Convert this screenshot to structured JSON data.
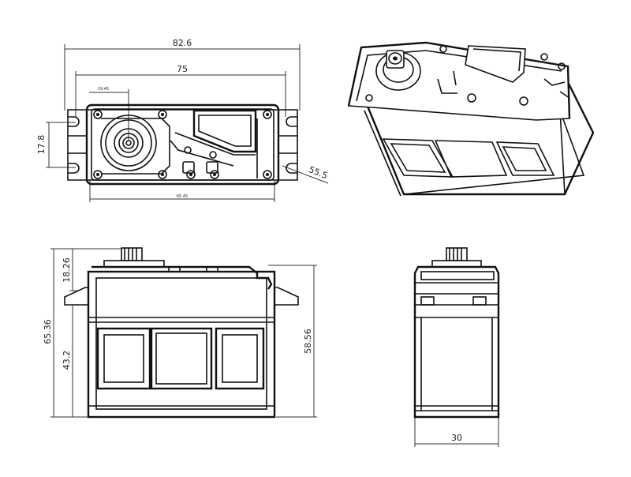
{
  "dimensions": {
    "overall_width": "82.6",
    "mount_pitch": "75",
    "gear_offset": "19.45",
    "hole_spacing": "17.8",
    "body_length": "65.45",
    "diagonal_55": "55.5",
    "top_height": "18.26",
    "total_height": "65.36",
    "lower_height": "43.2",
    "body_height": "58.56",
    "side_width": "30"
  },
  "colors": {
    "line": "#111111",
    "dimension": "#333333",
    "background": "#ffffff"
  }
}
